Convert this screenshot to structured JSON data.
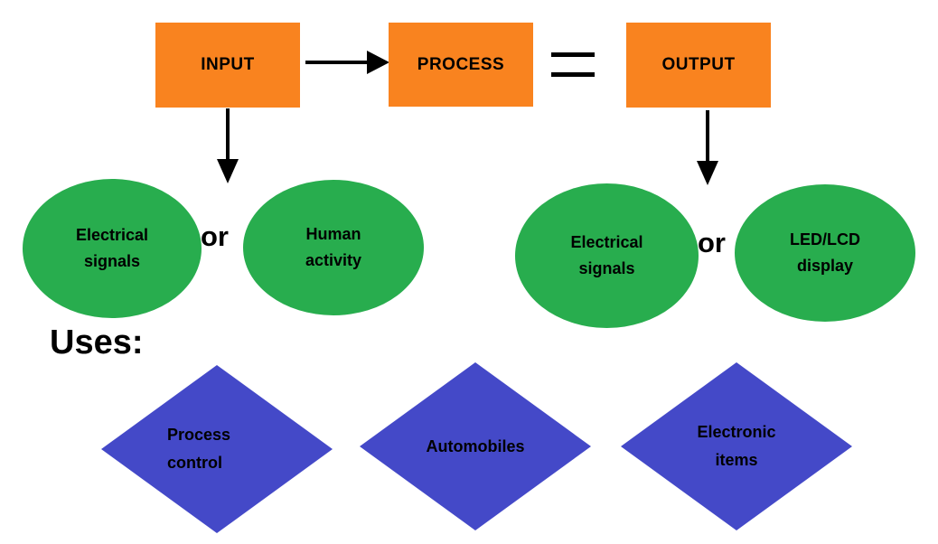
{
  "flow": {
    "input_label": "INPUT",
    "process_label": "PROCESS",
    "output_label": "OUTPUT"
  },
  "input_sources": {
    "option_a": "Electrical signals",
    "connector": "or",
    "option_b": "Human activity"
  },
  "output_forms": {
    "option_a": "Electrical signals",
    "connector": "or",
    "option_b": "LED/LCD display"
  },
  "uses": {
    "heading": "Uses:",
    "items": [
      "Process control",
      "Automobiles",
      "Electronic items"
    ]
  },
  "colors": {
    "background": "#FFFFFF",
    "box_fill": "#F9831F",
    "ellipse_fill": "#28AD4E",
    "diamond_fill": "#4449C8",
    "text": "#000000"
  }
}
